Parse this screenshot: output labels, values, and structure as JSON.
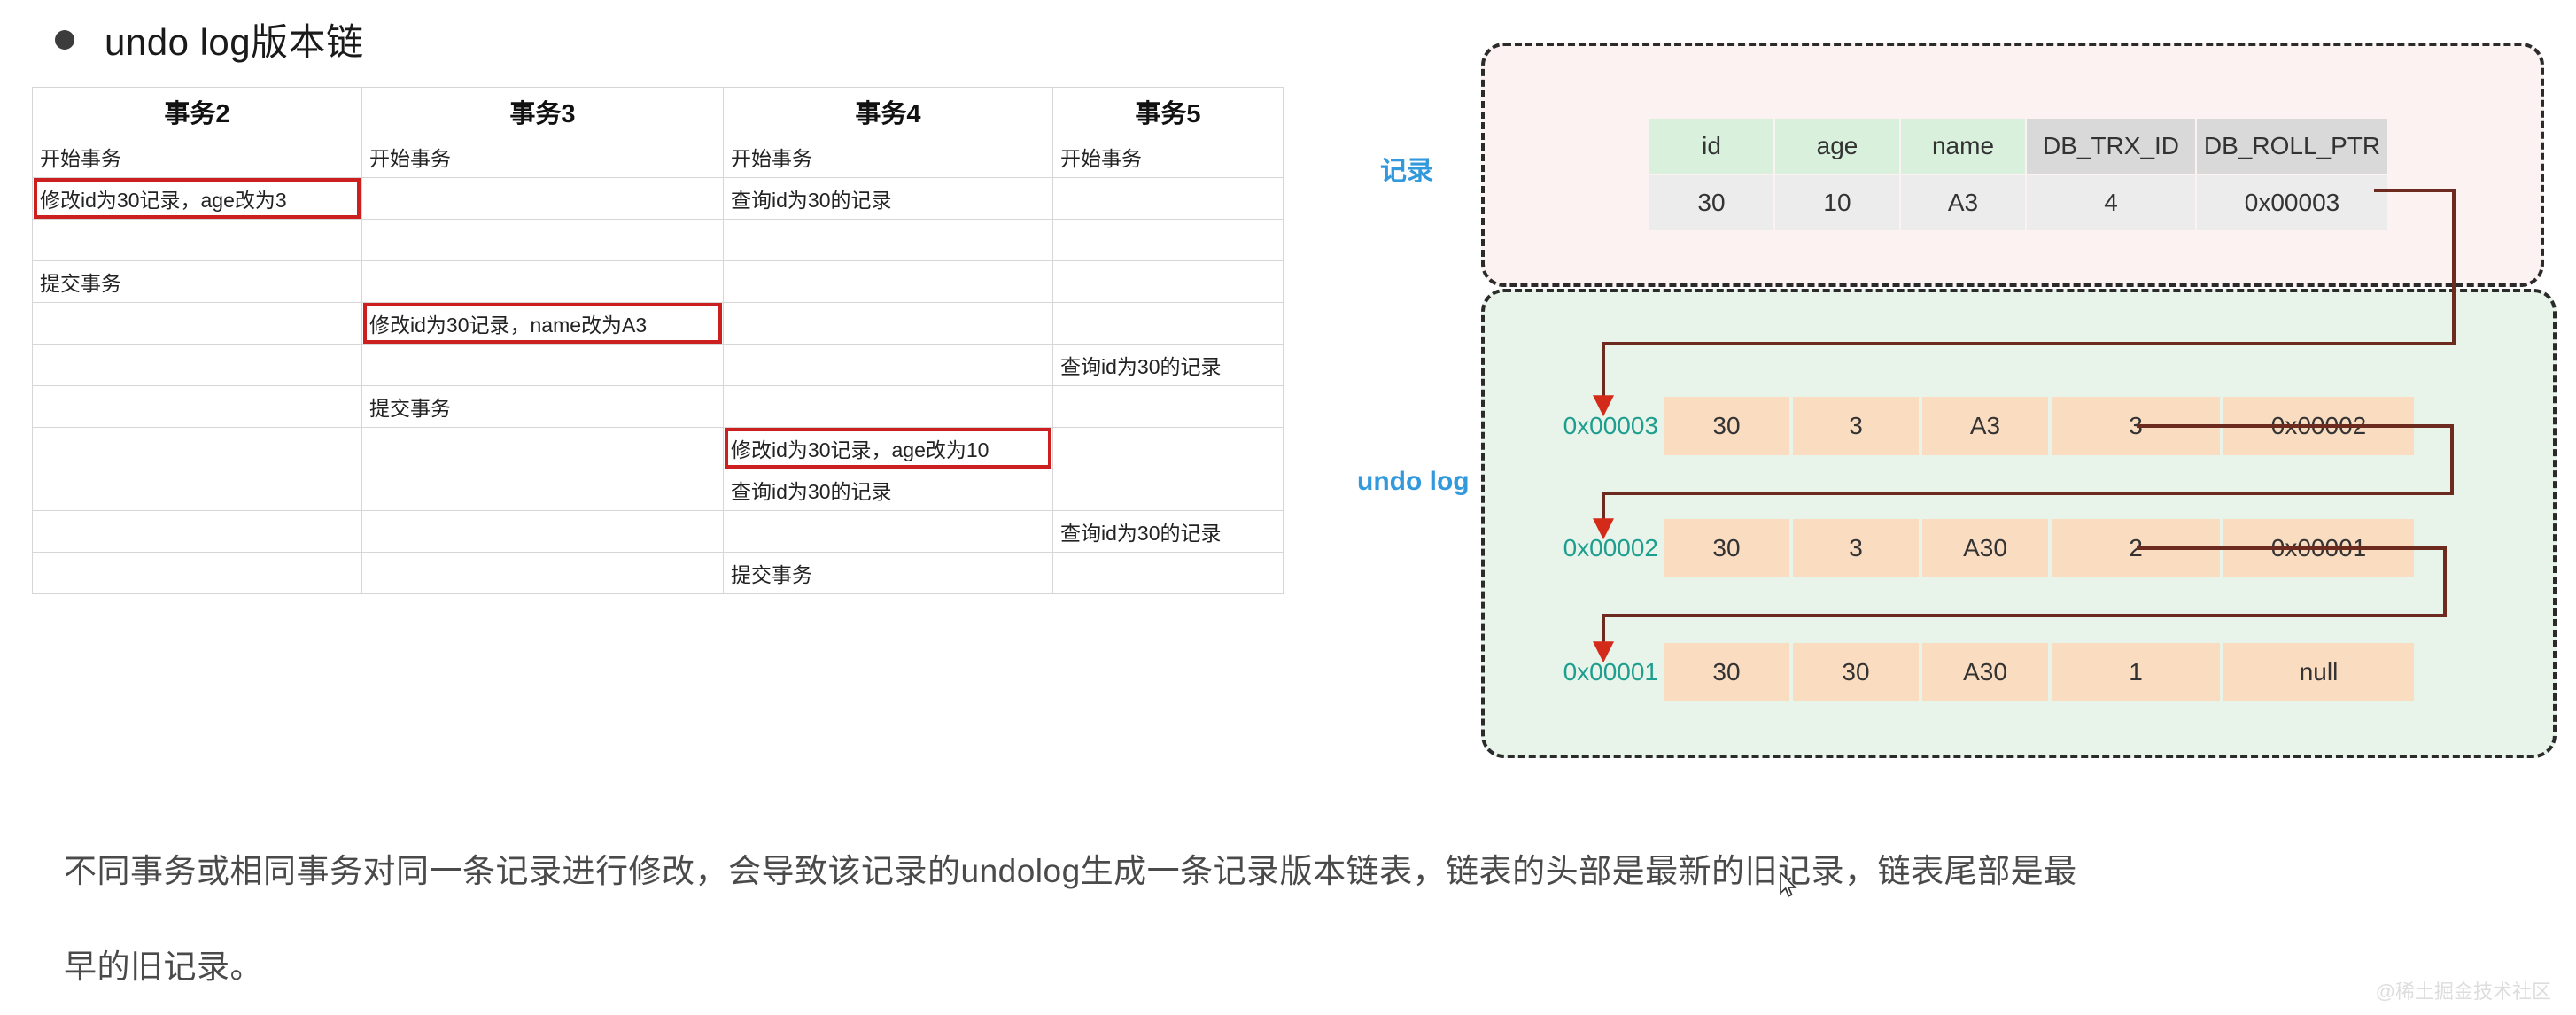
{
  "heading": {
    "bullet": "•",
    "text": "undo log版本链"
  },
  "transaction_table": {
    "headers": [
      "事务2",
      "事务3",
      "事务4",
      "事务5"
    ],
    "rows": [
      [
        {
          "text": "开始事务",
          "highlight": false
        },
        {
          "text": "开始事务",
          "highlight": false
        },
        {
          "text": "开始事务",
          "highlight": false
        },
        {
          "text": "开始事务",
          "highlight": false
        }
      ],
      [
        {
          "text": "修改id为30记录，age改为3",
          "highlight": true
        },
        {
          "text": "",
          "highlight": false
        },
        {
          "text": "查询id为30的记录",
          "highlight": false
        },
        {
          "text": "",
          "highlight": false
        }
      ],
      [
        {
          "text": "",
          "highlight": false
        },
        {
          "text": "",
          "highlight": false
        },
        {
          "text": "",
          "highlight": false
        },
        {
          "text": "",
          "highlight": false
        }
      ],
      [
        {
          "text": "提交事务",
          "highlight": false
        },
        {
          "text": "",
          "highlight": false
        },
        {
          "text": "",
          "highlight": false
        },
        {
          "text": "",
          "highlight": false
        }
      ],
      [
        {
          "text": "",
          "highlight": false
        },
        {
          "text": "修改id为30记录，name改为A3",
          "highlight": true
        },
        {
          "text": "",
          "highlight": false
        },
        {
          "text": "",
          "highlight": false
        }
      ],
      [
        {
          "text": "",
          "highlight": false
        },
        {
          "text": "",
          "highlight": false
        },
        {
          "text": "",
          "highlight": false
        },
        {
          "text": "查询id为30的记录",
          "highlight": false
        }
      ],
      [
        {
          "text": "",
          "highlight": false
        },
        {
          "text": "提交事务",
          "highlight": false
        },
        {
          "text": "",
          "highlight": false
        },
        {
          "text": "",
          "highlight": false
        }
      ],
      [
        {
          "text": "",
          "highlight": false
        },
        {
          "text": "",
          "highlight": false
        },
        {
          "text": "修改id为30记录，age改为10",
          "highlight": true
        },
        {
          "text": "",
          "highlight": false
        }
      ],
      [
        {
          "text": "",
          "highlight": false
        },
        {
          "text": "",
          "highlight": false
        },
        {
          "text": "查询id为30的记录",
          "highlight": false
        },
        {
          "text": "",
          "highlight": false
        }
      ],
      [
        {
          "text": "",
          "highlight": false
        },
        {
          "text": "",
          "highlight": false
        },
        {
          "text": "",
          "highlight": false
        },
        {
          "text": "查询id为30的记录",
          "highlight": false
        }
      ],
      [
        {
          "text": "",
          "highlight": false
        },
        {
          "text": "",
          "highlight": false
        },
        {
          "text": "提交事务",
          "highlight": false
        },
        {
          "text": "",
          "highlight": false
        }
      ]
    ]
  },
  "diagram": {
    "record_label": "记录",
    "undo_label": "undo log",
    "record_table": {
      "headers": [
        "id",
        "age",
        "name",
        "DB_TRX_ID",
        "DB_ROLL_PTR"
      ],
      "row": [
        "30",
        "10",
        "A3",
        "4",
        "0x00003"
      ]
    },
    "undo_rows": [
      {
        "addr": "0x00003",
        "cells": [
          "30",
          "3",
          "A3",
          "3",
          "0x00002"
        ]
      },
      {
        "addr": "0x00002",
        "cells": [
          "30",
          "3",
          "A30",
          "2",
          "0x00001"
        ]
      },
      {
        "addr": "0x00001",
        "cells": [
          "30",
          "30",
          "A30",
          "1",
          "null"
        ]
      }
    ]
  },
  "paragraph": {
    "line1": "不同事务或相同事务对同一条记录进行修改，会导致该记录的undolog生成一条记录版本链表，链表的头部是最新的旧记录，链表尾部是最",
    "line2": "早的旧记录。"
  },
  "watermark": "@稀土掘金技术社区",
  "colors": {
    "highlight_border": "#cc2020",
    "record_panel_bg": "#fdf2f2",
    "undo_panel_bg": "#e8f4e9",
    "undo_cell_bg": "#fadcc0",
    "record_header_key_bg": "#d9f0dc",
    "record_header_meta_bg": "#d9d9d9",
    "label_blue": "#3399dd",
    "addr_teal": "#1e9e8f",
    "arrow_red": "#d42a1a",
    "connector_dark_red": "#6d2b20"
  }
}
